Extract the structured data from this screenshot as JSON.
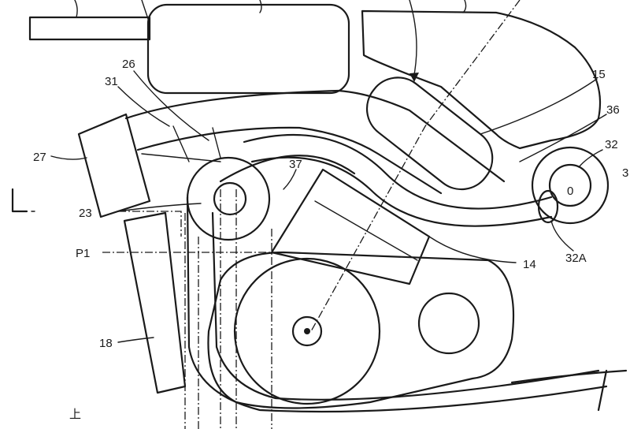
{
  "figure": {
    "labels": {
      "l15": "15",
      "l36": "36",
      "l32": "32",
      "l3": "3",
      "l0": "0",
      "l26": "26",
      "l31": "31",
      "l27": "27",
      "l37": "37",
      "l23": "23",
      "p1": "P1",
      "l14": "14",
      "l32a": "32A",
      "l18": "18",
      "up": "上",
      "side_mark": "L"
    }
  }
}
